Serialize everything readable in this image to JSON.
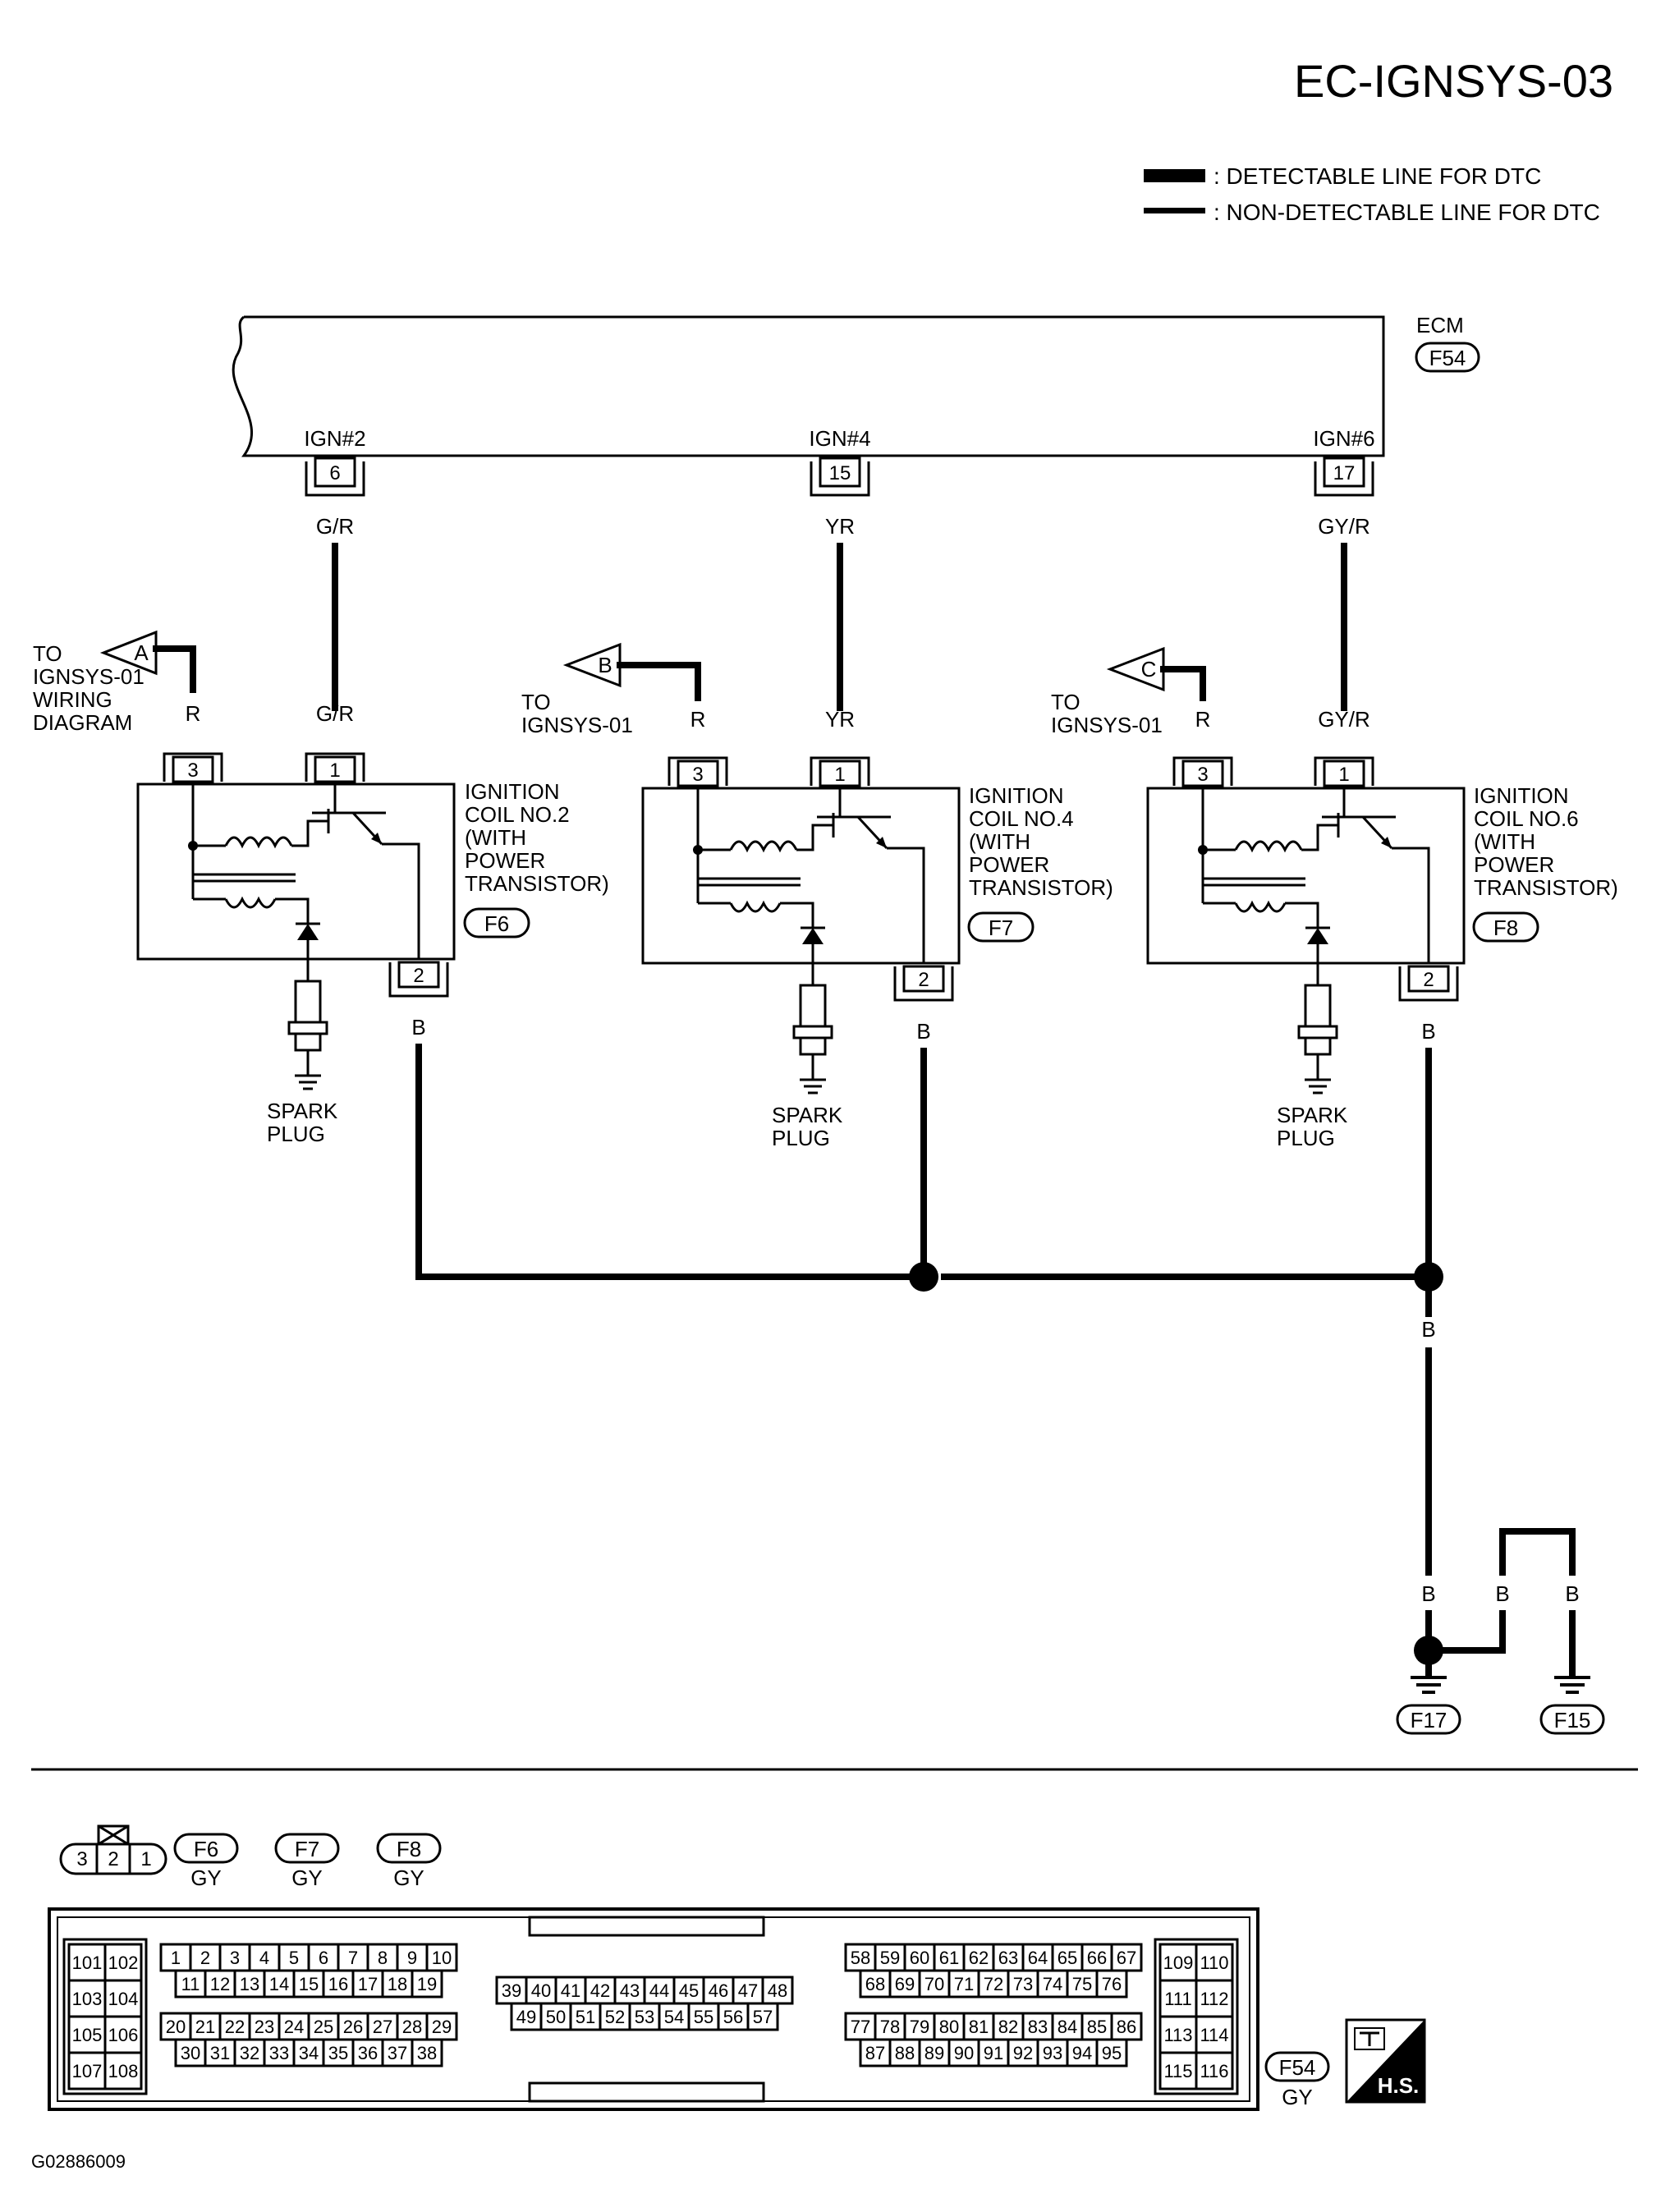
{
  "page_title": "EC-IGNSYS-03",
  "legend": {
    "detectable": ": DETECTABLE LINE FOR DTC",
    "non_detectable": ": NON-DETECTABLE LINE FOR DTC"
  },
  "ecm": {
    "label": "ECM",
    "connector": "F54"
  },
  "ecm_terminals": [
    {
      "name": "IGN#2",
      "pin": "6",
      "wire": "G/R"
    },
    {
      "name": "IGN#4",
      "pin": "15",
      "wire": "YR"
    },
    {
      "name": "IGN#6",
      "pin": "17",
      "wire": "GY/R"
    }
  ],
  "coils": [
    {
      "lines": [
        "IGNITION",
        "COIL NO.2",
        "(WITH",
        "POWER",
        "TRANSISTOR)"
      ],
      "connector": "F6",
      "pin1_wire": "G/R",
      "pin3_wire": "R",
      "pin2_wire": "B",
      "pin1": "1",
      "pin2": "2",
      "pin3": "3",
      "ref": "A",
      "ref_lines": [
        "TO",
        "IGNSYS-01",
        "WIRING",
        "DIAGRAM"
      ],
      "spark": [
        "SPARK",
        "PLUG"
      ]
    },
    {
      "lines": [
        "IGNITION",
        "COIL NO.4",
        "(WITH",
        "POWER",
        "TRANSISTOR)"
      ],
      "connector": "F7",
      "pin1_wire": "YR",
      "pin3_wire": "R",
      "pin2_wire": "B",
      "pin1": "1",
      "pin2": "2",
      "pin3": "3",
      "ref": "B",
      "ref_lines": [
        "TO",
        "IGNSYS-01"
      ],
      "spark": [
        "SPARK",
        "PLUG"
      ]
    },
    {
      "lines": [
        "IGNITION",
        "COIL NO.6",
        "(WITH",
        "POWER",
        "TRANSISTOR)"
      ],
      "connector": "F8",
      "pin1_wire": "GY/R",
      "pin3_wire": "R",
      "pin2_wire": "B",
      "pin1": "1",
      "pin2": "2",
      "pin3": "3",
      "ref": "C",
      "ref_lines": [
        "TO",
        "IGNSYS-01"
      ],
      "spark": [
        "SPARK",
        "PLUG"
      ]
    }
  ],
  "ground": {
    "wire_vertical": "B",
    "wire_left": "B",
    "wire_mid": "B",
    "wire_right": "B",
    "conn_left": "F17",
    "conn_right": "F15"
  },
  "connector_views": {
    "small_pins": [
      "3",
      "2",
      "1"
    ],
    "small_conns": [
      {
        "id": "F6",
        "color": "GY"
      },
      {
        "id": "F7",
        "color": "GY"
      },
      {
        "id": "F8",
        "color": "GY"
      }
    ],
    "ecm_conn": {
      "id": "F54",
      "color": "GY"
    },
    "ecm_rows": {
      "left_block": [
        [
          "101",
          "102"
        ],
        [
          "103",
          "104"
        ],
        [
          "105",
          "106"
        ],
        [
          "107",
          "108"
        ]
      ],
      "block1_top": [
        "1",
        "2",
        "3",
        "4",
        "5",
        "6",
        "7",
        "8",
        "9",
        "10"
      ],
      "block1_second": [
        "11",
        "12",
        "13",
        "14",
        "15",
        "16",
        "17",
        "18",
        "19"
      ],
      "block1_third": [
        "20",
        "21",
        "22",
        "23",
        "24",
        "25",
        "26",
        "27",
        "28",
        "29"
      ],
      "block1_bottom": [
        "30",
        "31",
        "32",
        "33",
        "34",
        "35",
        "36",
        "37",
        "38"
      ],
      "middle_top": [
        "39",
        "40",
        "41",
        "42",
        "43",
        "44",
        "45",
        "46",
        "47",
        "48"
      ],
      "middle_bottom": [
        "49",
        "50",
        "51",
        "52",
        "53",
        "54",
        "55",
        "56",
        "57"
      ],
      "block3_top": [
        "58",
        "59",
        "60",
        "61",
        "62",
        "63",
        "64",
        "65",
        "66",
        "67"
      ],
      "block3_second": [
        "68",
        "69",
        "70",
        "71",
        "72",
        "73",
        "74",
        "75",
        "76"
      ],
      "block3_third": [
        "77",
        "78",
        "79",
        "80",
        "81",
        "82",
        "83",
        "84",
        "85",
        "86"
      ],
      "block3_bottom": [
        "87",
        "88",
        "89",
        "90",
        "91",
        "92",
        "93",
        "94",
        "95"
      ],
      "right_block": [
        [
          "109",
          "110"
        ],
        [
          "111",
          "112"
        ],
        [
          "113",
          "114"
        ],
        [
          "115",
          "116"
        ]
      ]
    },
    "hs_label": "H.S."
  },
  "footer_code": "G02886009"
}
